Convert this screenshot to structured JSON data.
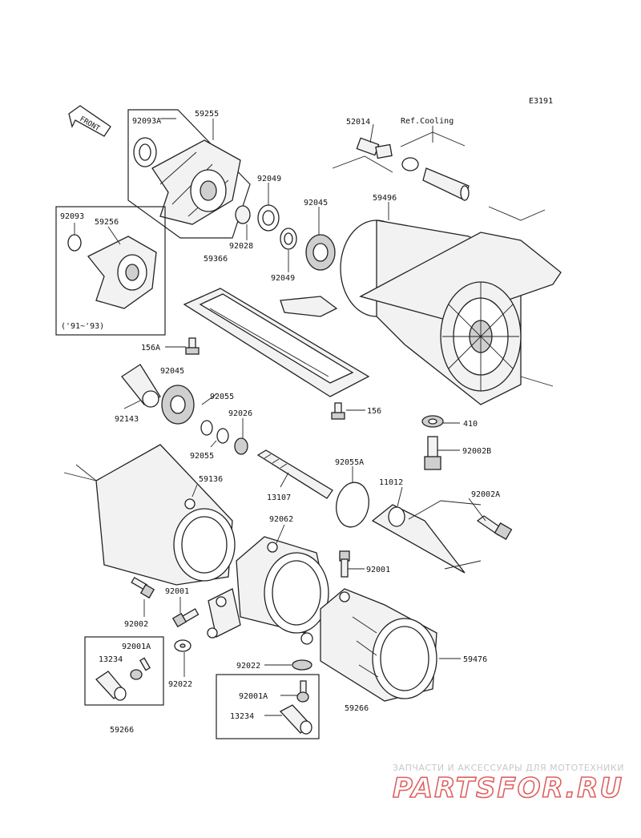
{
  "diagram_code": "E3191",
  "front_label": "FRONT",
  "labels": {
    "p52014": "52014",
    "ref_cooling": "Ref.Cooling",
    "p59255": "59255",
    "p92093A": "92093A",
    "p92049a": "92049",
    "p92045a": "92045",
    "p59496": "59496",
    "p92093": "92093",
    "p59256": "59256",
    "p92028": "92028",
    "p59366": "59366",
    "p92049b": "92049",
    "years": "('91~'93)",
    "p156A": "156A",
    "p92045b": "92045",
    "p92055a": "92055",
    "p92026": "92026",
    "p156": "156",
    "p92143": "92143",
    "p410": "410",
    "p92055b": "92055",
    "p92002B": "92002B",
    "p59136": "59136",
    "p92055A": "92055A",
    "p11012": "11012",
    "p92002A": "92002A",
    "p13107": "13107",
    "p92062": "92062",
    "p92001a": "92001",
    "p92001b": "92001",
    "p92002": "92002",
    "p92001A_a": "92001A",
    "p13234_a": "13234",
    "p92022a": "92022",
    "p92022b": "92022",
    "p59476": "59476",
    "p59266a": "59266",
    "p92001A_b": "92001A",
    "p13234_b": "13234",
    "p59266b": "59266"
  },
  "watermark": {
    "tagline": "ЗАПЧАСТИ И АКСЕССУАРЫ ДЛЯ МОТОТЕХНИКИ",
    "logo": "PARTSFOR.RU"
  }
}
